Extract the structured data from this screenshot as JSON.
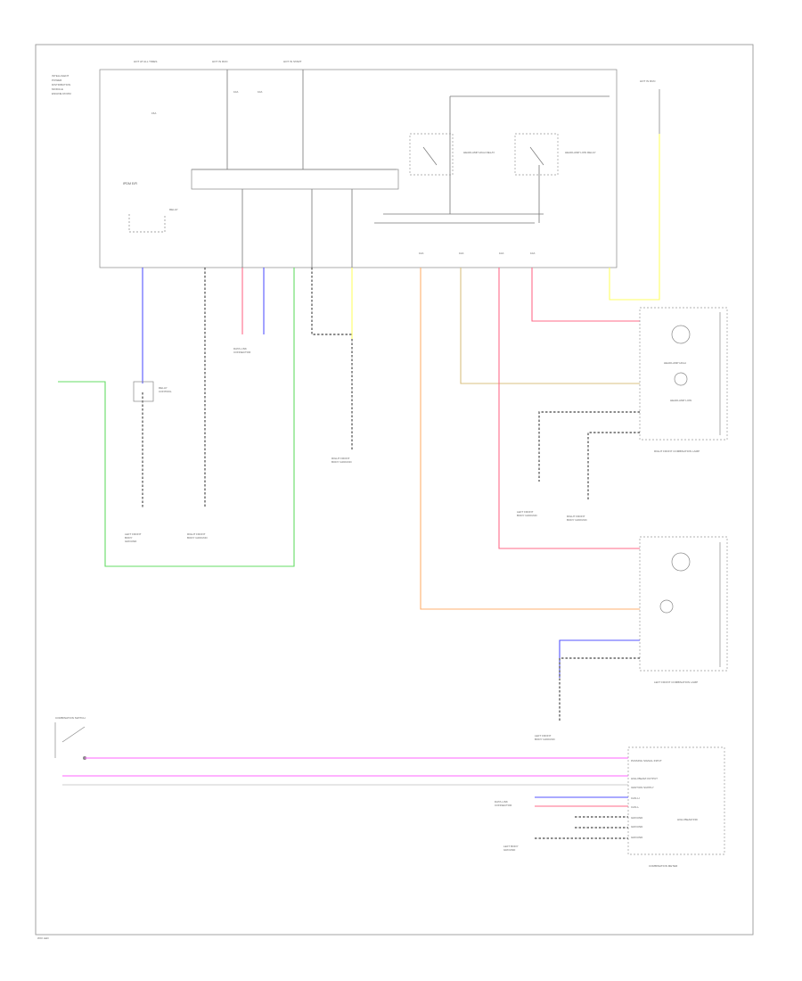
{
  "colors": {
    "blue": "#5555ff",
    "red": "#ff6b8a",
    "green": "#66dd66",
    "yellow": "#ffff66",
    "orange": "#ffb070",
    "tan": "#d9c080",
    "magenta": "#ff66ff",
    "black": "#555555"
  },
  "labels": {
    "hot_left": "HOT AT ALL TIMES",
    "hot_mid": "HOT IN RUN",
    "hot_right": "HOT IN START",
    "hot_far": "HOT IN RUN",
    "ipdm": "IPDM E/R",
    "fuse_a": "15A",
    "fuse_b": "10A",
    "fuse_c": "10A",
    "fuse_d": "10A",
    "relay_hi": "HEADLAMP HIGH RELAY",
    "relay_lo": "HEADLAMP LOW RELAY",
    "right_combo": "RIGHT FRONT COMBINATION LAMP",
    "left_combo": "LEFT FRONT COMBINATION LAMP",
    "headlamp_hi": "HEADLAMP HIGH",
    "headlamp_lo": "HEADLAMP LOW",
    "gnd_a": "LEFT FRONT BODY GROUND",
    "gnd_b": "RIGHT FRONT BODY GROUND",
    "gnd_c": "RIGHT FRONT BODY GROUND",
    "gnd_d": "LEFT FRONT BODY GROUND",
    "gnd_e": "RIGHT FRONT BODY GROUND",
    "gnd_f": "LEFT FRONT BODY GROUND",
    "data_a": "DATA LINK CONNECTOR",
    "data_b": "DATA LINK CONNECTOR",
    "switch": "COMBINATION SWITCH",
    "meter": "COMBINATION METER",
    "meter_sub": "HIGH BEAM IND",
    "row1": "PASSING SIGNAL INPUT",
    "row2": "HIGH BEAM OUTPUT",
    "row3": "IGNITION SUPPLY",
    "row4": "CAN-H",
    "row5": "CAN-L",
    "row6": "GROUND",
    "row7": "GROUND",
    "row8": "GROUND",
    "footer": "W/O LED"
  }
}
